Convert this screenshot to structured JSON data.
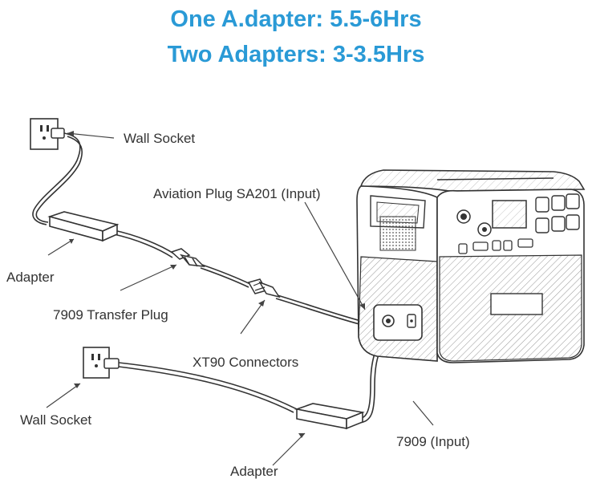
{
  "title": {
    "line1": "One A.dapter: 5.5-6Hrs",
    "line2": "Two Adapters: 3-3.5Hrs"
  },
  "labels": {
    "wall_socket_top": "Wall Socket",
    "aviation_plug": "Aviation Plug SA201 (Input)",
    "adapter_top": "Adapter",
    "transfer_plug": "7909 Transfer Plug",
    "xt90": "XT90 Connectors",
    "wall_socket_bottom": "Wall Socket",
    "input_7909": "7909 (Input)",
    "adapter_bottom": "Adapter"
  },
  "colors": {
    "title": "#2a9ad6",
    "line": "#333333",
    "label": "#333333"
  }
}
